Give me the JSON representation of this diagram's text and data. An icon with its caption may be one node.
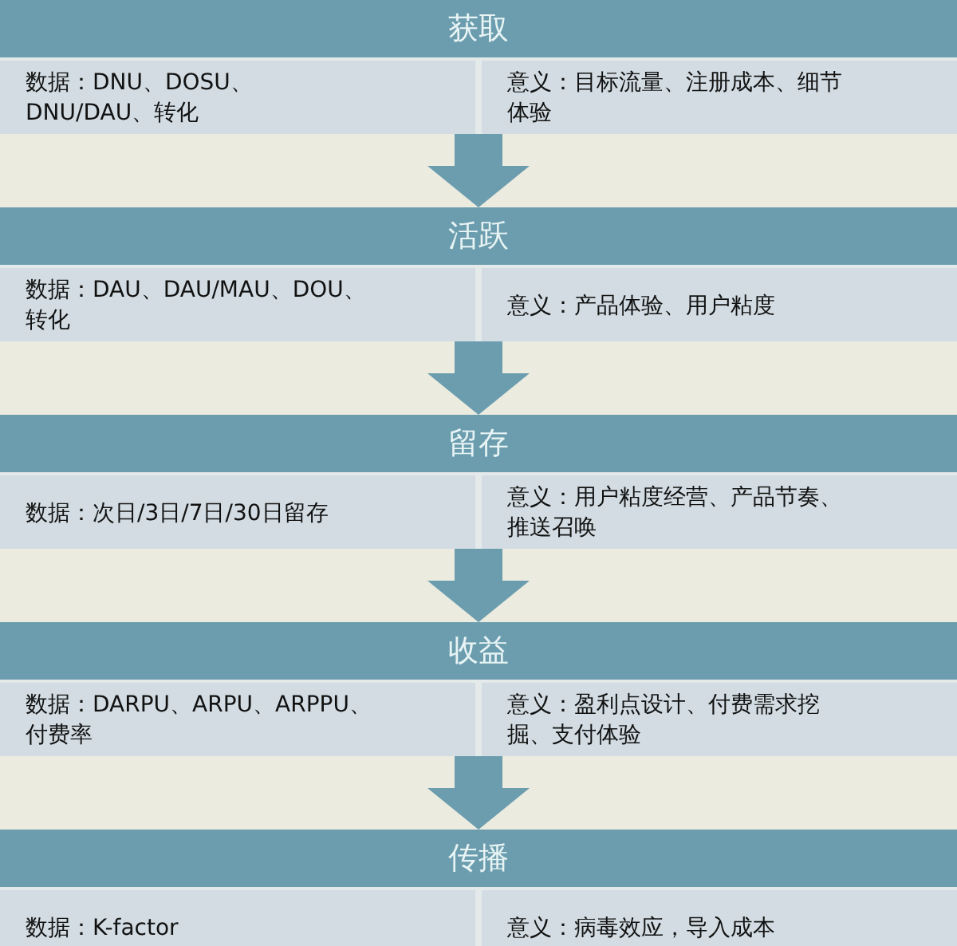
{
  "diagram": {
    "nodes": [
      {
        "text": [
          "获取"
        ]
      },
      {
        "text": [
          "数据：DNU、DOSU、DNU/DAU、转化"
        ],
        "in": 0
      },
      {
        "text": [
          "意义：目标流量、注册成本、细节体验"
        ],
        "in": 0
      },
      {
        "text": [
          "活跃"
        ]
      },
      {
        "text": [
          "数据：DAU、DAU/MAU、DOU、转化"
        ],
        "in": 3
      },
      {
        "text": [
          "意义：产品体验、用户粘度"
        ],
        "in": 3
      },
      {
        "text": [
          "留存"
        ]
      },
      {
        "text": [
          "数据：次日/3日/7日/30日留存"
        ],
        "in": 6
      },
      {
        "text": [
          "意义：用户粘度经营、产品节奏、推送召唤"
        ],
        "in": 6
      },
      {
        "text": [
          "收益"
        ]
      },
      {
        "text": [
          "数据：DARPU、ARPU、ARPPU、付费率"
        ],
        "in": 9
      },
      {
        "text": [
          "意义：盈利点设计、付费需求挖掘、支付体验"
        ],
        "in": 9
      },
      {
        "text": [
          "传播"
        ]
      },
      {
        "text": [
          "数据：K-factor"
        ],
        "in": 12
      },
      {
        "text": [
          "意义：病毒效应，导入成本"
        ],
        "in": 12
      }
    ],
    "edges": [
      {
        "from": 0,
        "to": 3,
        "arrow": "to"
      },
      {
        "from": 3,
        "to": 6,
        "arrow": "to"
      },
      {
        "from": 6,
        "to": 9,
        "arrow": "to"
      },
      {
        "from": 9,
        "to": 12,
        "arrow": "to"
      }
    ]
  }
}
